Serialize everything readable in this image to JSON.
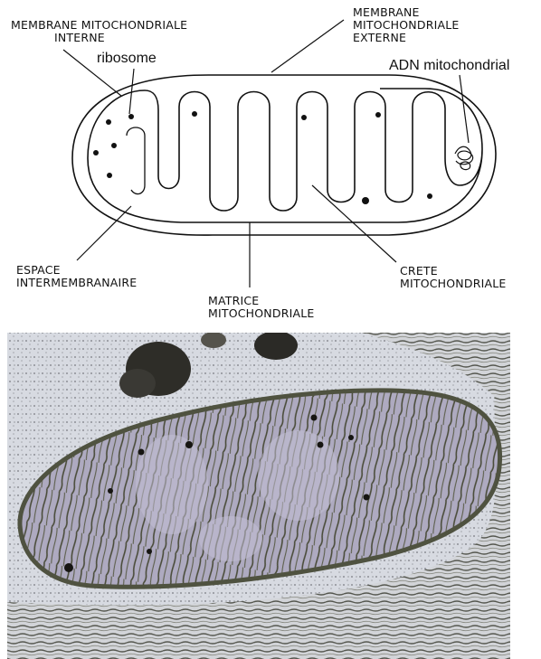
{
  "labels": {
    "membrane_interne": [
      "MEMBRANE MITOCHONDRIALE",
      "INTERNE"
    ],
    "membrane_externe": [
      "MEMBRANE",
      "MITOCHONDRIALE",
      "EXTERNE"
    ],
    "ribosome": "ribosome",
    "adn": "ADN mitochondrial",
    "espace": [
      "ESPACE",
      "INTERMEMBRANAIRE"
    ],
    "matrice": [
      "MATRICE",
      "MITOCHONDRIALE"
    ],
    "crete": [
      "CRETE",
      "MITOCHONDRIALE"
    ]
  },
  "colors": {
    "line": "#111111",
    "micro_background": "#dcdfe6",
    "micro_membrane": "#5c6048",
    "micro_matrix": "#a8a4b8",
    "micro_crista": "#4a4c3a"
  }
}
